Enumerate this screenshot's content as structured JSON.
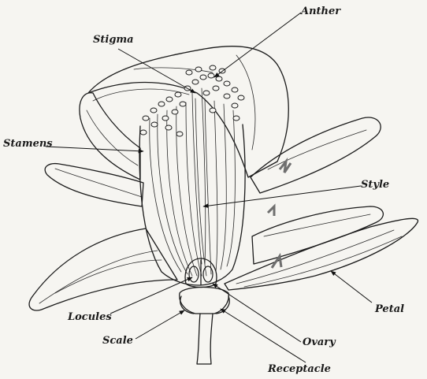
{
  "labels": {
    "anther": "Anther",
    "stigma": "Stigma",
    "stamens": "Stamens",
    "style": "Style",
    "locules": "Locules",
    "scale": "Scale",
    "ovary": "Ovary",
    "petal": "Petal",
    "receptacle": "Receptacle"
  },
  "colors": {
    "ink": "#1b1b1b",
    "paper": "#f6f5f1",
    "shade": "#7a7a7a"
  }
}
